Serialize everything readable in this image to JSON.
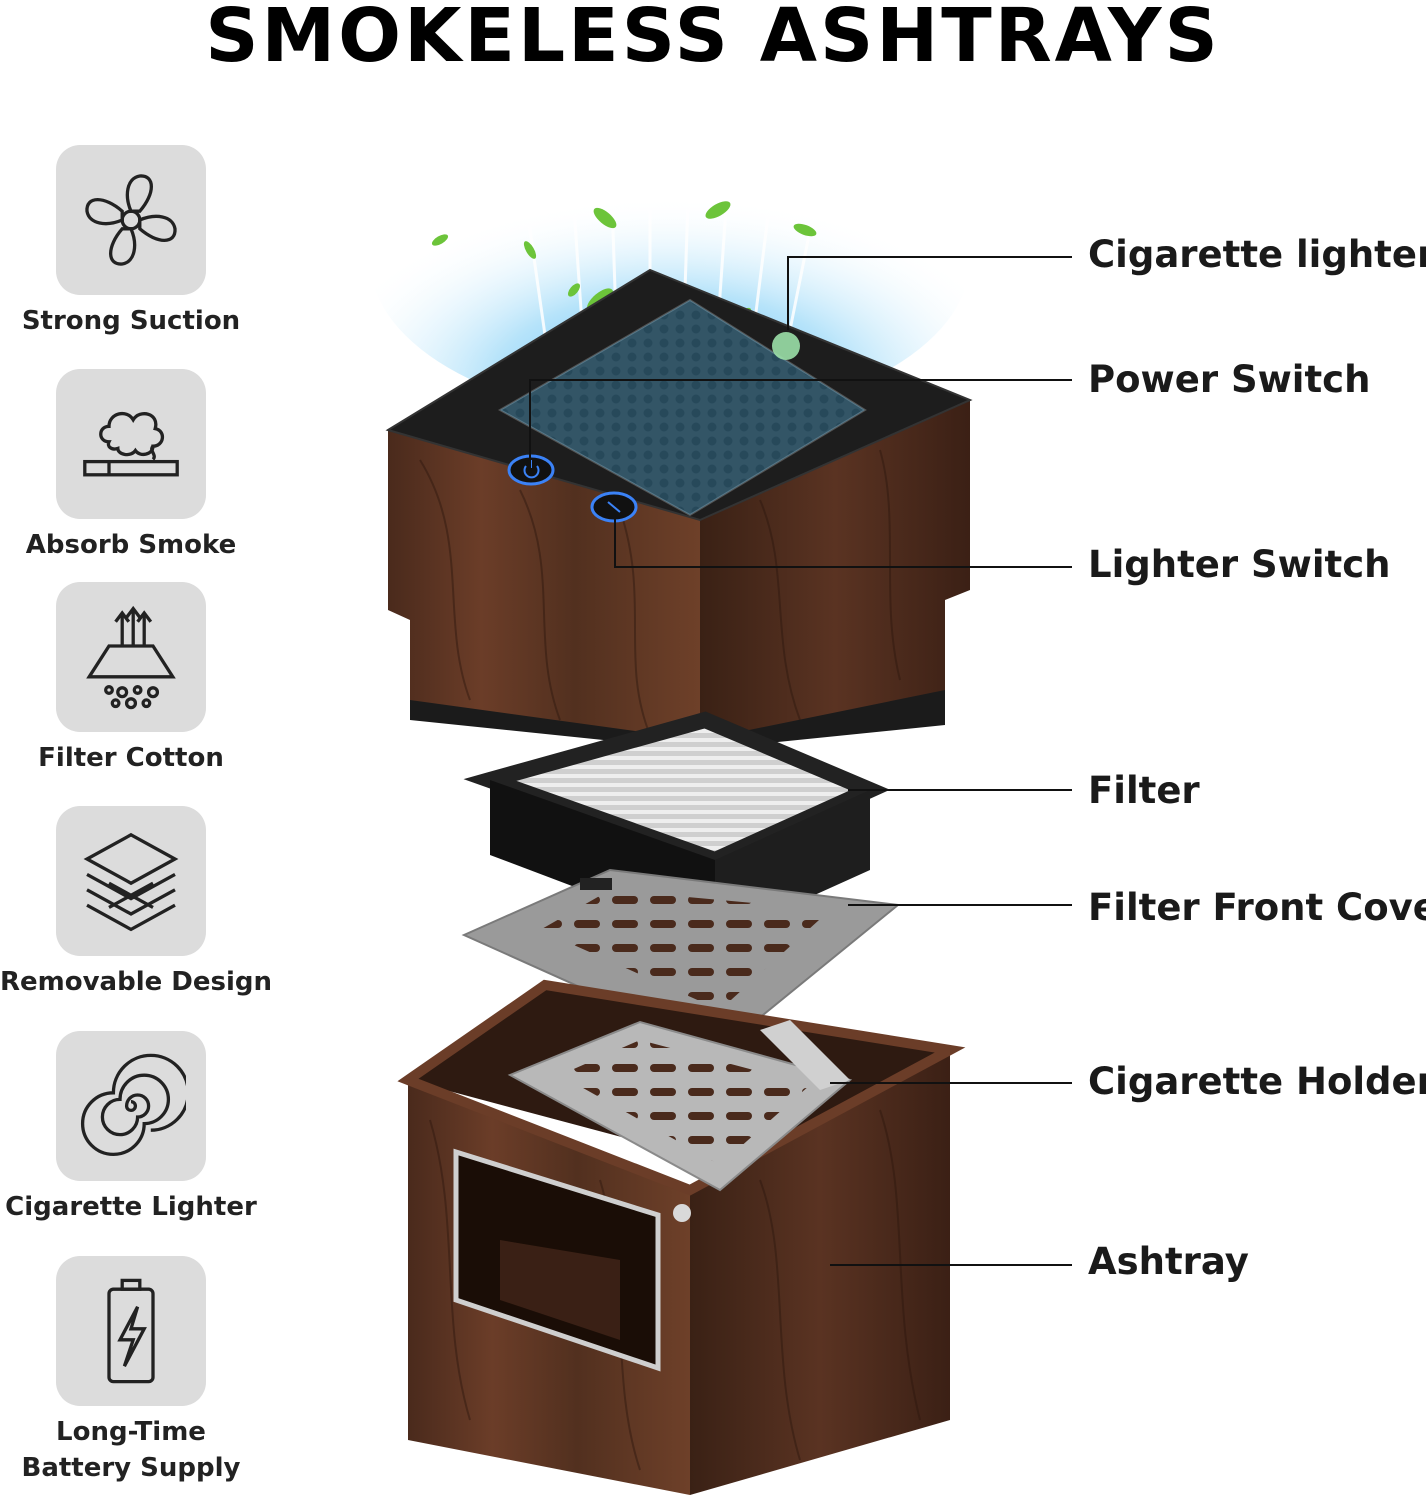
{
  "title": "SMOKELESS ASHTRAYS",
  "features": [
    {
      "label": "Strong Suction",
      "icon": "fan-icon"
    },
    {
      "label": "Absorb Smoke",
      "icon": "smoke-cloud-icon"
    },
    {
      "label": "Filter Cotton",
      "icon": "filter-cotton-icon"
    },
    {
      "label": "Removable Design",
      "icon": "layers-icon"
    },
    {
      "label": "Cigarette Lighter",
      "icon": "coil-icon"
    },
    {
      "label": "Long-Time",
      "label2": "Battery Supply",
      "icon": "battery-icon"
    }
  ],
  "callouts": [
    {
      "label": "Cigarette lighter"
    },
    {
      "label": "Power Switch"
    },
    {
      "label": "Lighter Switch"
    },
    {
      "label": "Filter"
    },
    {
      "label": "Filter Front Cover"
    },
    {
      "label": "Cigarette Holder"
    },
    {
      "label": "Ashtray"
    }
  ],
  "colors": {
    "wood": "#5a3322",
    "wood_dark": "#3b2015",
    "tile": "#dcdcdc",
    "air": "#4fb6f0",
    "leaf": "#6cc43a"
  }
}
